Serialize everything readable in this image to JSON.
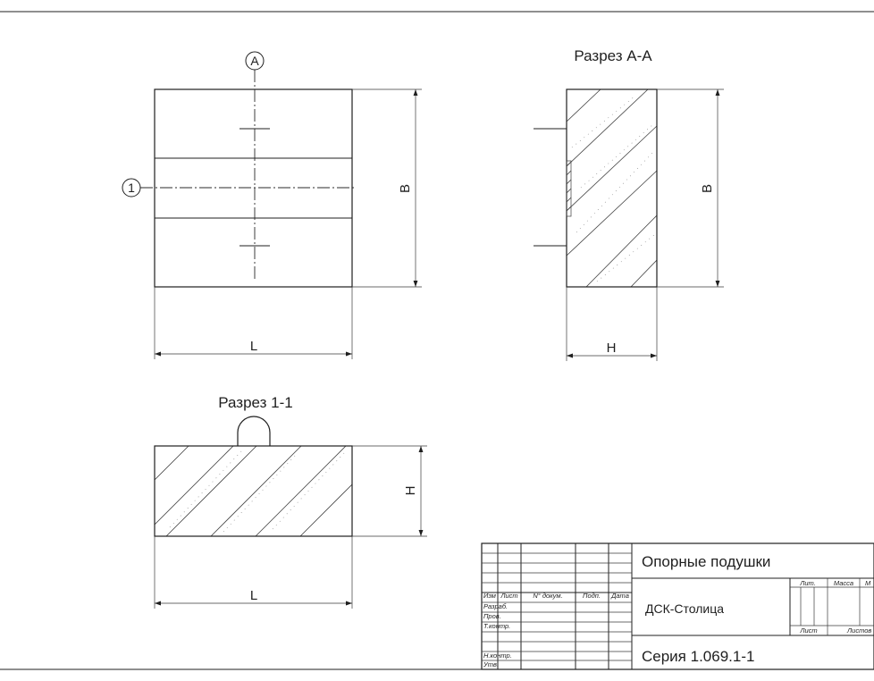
{
  "views": {
    "section_aa_title": "Разрез А-А",
    "section_11_title": "Разрез 1-1"
  },
  "marks": {
    "axis_a": "А",
    "axis_1": "1"
  },
  "dimensions": {
    "length": "L",
    "width": "B",
    "height": "H"
  },
  "title_block": {
    "col_headers": [
      "Изм",
      "Лист",
      "N° докум.",
      "Подп.",
      "Дата"
    ],
    "row_labels": [
      "Разраб.",
      "Пров.",
      "Т.контр.",
      "Н.контр.",
      "Утв."
    ],
    "product_name": "Опорные подушки",
    "organization": "ДСК-Столица",
    "series": "Серия 1.069.1-1",
    "lit_label": "Лит.",
    "mass_label": "Масса",
    "scale_label_partial": "М",
    "sheet_label": "Лист",
    "sheets_label": "Листов"
  }
}
